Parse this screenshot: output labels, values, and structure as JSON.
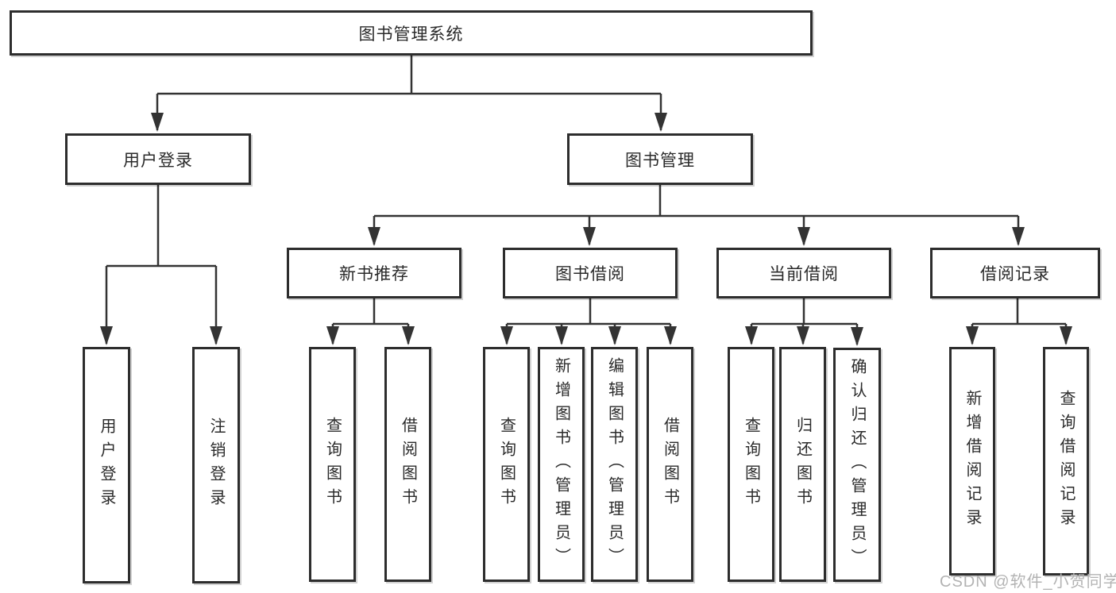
{
  "tree": {
    "label": "图书管理系统",
    "children": [
      {
        "label": "用户登录",
        "children": [
          {
            "label": "用户登录"
          },
          {
            "label": "注销登录"
          }
        ]
      },
      {
        "label": "图书管理",
        "children": [
          {
            "label": "新书推荐",
            "children": [
              {
                "label": "查询图书"
              },
              {
                "label": "借阅图书"
              }
            ]
          },
          {
            "label": "图书借阅",
            "children": [
              {
                "label": "查询图书"
              },
              {
                "label": "新增图书（管理员）"
              },
              {
                "label": "编辑图书（管理员）"
              },
              {
                "label": "借阅图书"
              }
            ]
          },
          {
            "label": "当前借阅",
            "children": [
              {
                "label": "查询图书"
              },
              {
                "label": "归还图书"
              },
              {
                "label": "确认归还（管理员）"
              }
            ]
          },
          {
            "label": "借阅记录",
            "children": [
              {
                "label": "新增借阅记录"
              },
              {
                "label": "查询借阅记录"
              }
            ]
          }
        ]
      }
    ]
  },
  "watermark": "CSDN @软件_小贺同学",
  "colors": {
    "line": "#333333",
    "box_border": "#2d2d2d",
    "text": "#2a2a2a",
    "watermark": "#b3b3b3",
    "background": "#ffffff"
  }
}
